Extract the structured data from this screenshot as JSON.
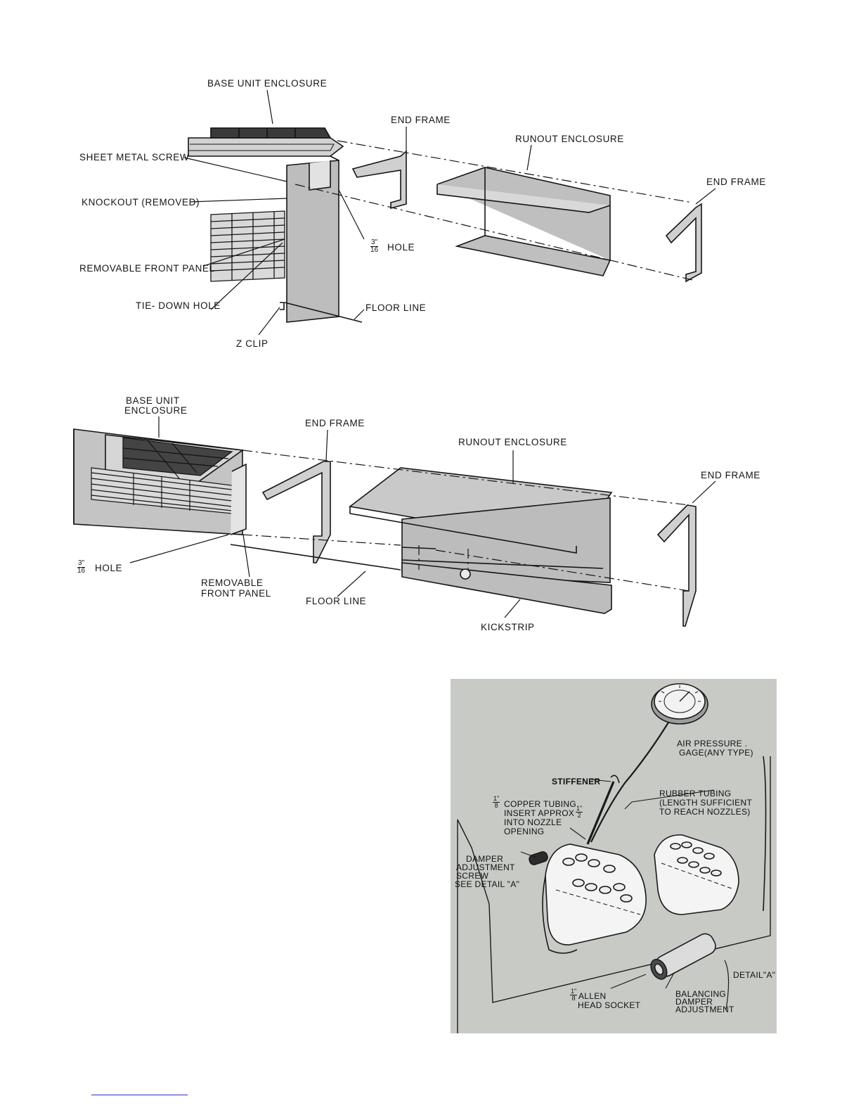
{
  "figure_top": {
    "labels": {
      "base_unit_enclosure": "BASE UNIT ENCLOSURE",
      "end_frame_left": "END FRAME",
      "runout_enclosure": "RUNOUT ENCLOSURE",
      "end_frame_right": "END FRAME",
      "sheet_metal_screw": "SHEET METAL SCREW",
      "knockout_removed": "KNOCKOUT (REMOVED)",
      "hole_fraction_num": "3\"",
      "hole_fraction_den": "16",
      "hole_text": "HOLE",
      "removable_front_panel": "REMOVABLE FRONT PANEL",
      "tie_down_hole": "TIE- DOWN HOLE",
      "floor_line": "FLOOR LINE",
      "z_clip": "Z CLIP"
    }
  },
  "figure_middle": {
    "labels": {
      "base_unit_line1": "BASE UNIT",
      "base_unit_line2": "ENCLOSURE",
      "end_frame_left": "END FRAME",
      "runout_enclosure": "RUNOUT ENCLOSURE",
      "end_frame_right": "END FRAME",
      "hole_fraction_num": "3\"",
      "hole_fraction_den": "16",
      "hole_text": "HOLE",
      "removable_line1": "REMOVABLE",
      "removable_line2": "FRONT PANEL",
      "floor_line": "FLOOR LINE",
      "kickstrip": "KICKSTRIP"
    }
  },
  "figure_photo": {
    "labels": {
      "air_pressure_line1": "AIR PRESSURE .",
      "air_pressure_line2": "GAGE(ANY TYPE)",
      "stiffener": "STIFFENER",
      "rubber_line1": "RUBBER TUBING",
      "rubber_line2": "(LENGTH SUFFICIENT",
      "rubber_line3": "TO REACH NOZZLES)",
      "copper_frac_num": "1\"",
      "copper_frac_den": "8",
      "copper_line1": "COPPER TUBING",
      "copper_line2": "INSERT APPROX",
      "copper_half_num": "1\"",
      "copper_half_den": "2",
      "copper_line3": "INTO NOZZLE",
      "copper_line4": "OPENING",
      "damper_line1": "DAMPER",
      "damper_line2": "ADJUSTMENT",
      "damper_line3": "SCREW",
      "damper_line4": "SEE DETAIL \"A\"",
      "allen_frac_num": "1\"",
      "allen_frac_den": "8",
      "allen_line1": "ALLEN",
      "allen_line2": "HEAD SOCKET",
      "balancing_line1": "BALANCING",
      "balancing_line2": "DAMPER",
      "balancing_line3": "ADJUSTMENT",
      "detail_a": "DETAIL\"A\""
    }
  },
  "colors": {
    "ink": "#151515",
    "paper": "#ffffff",
    "metal_fill": "#cfcfcf",
    "photo_background": "#c8cac6",
    "footer_link": "#2a2ad0"
  }
}
